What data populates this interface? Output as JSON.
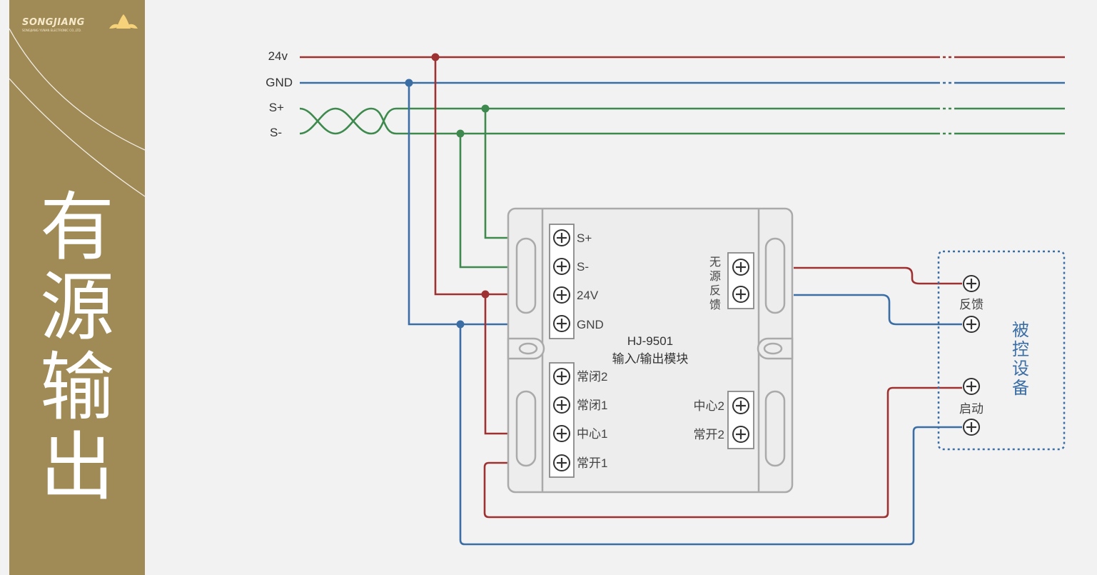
{
  "brand": {
    "name": "SONGJIANG",
    "sub": "SONGJIANG YUNAN ELECTRONIC CO.,LTD."
  },
  "sidebar_title": [
    "有",
    "源",
    "输",
    "出"
  ],
  "bus_labels": {
    "v24": "24v",
    "gnd": "GND",
    "s_plus": "S+",
    "s_minus": "S-"
  },
  "module": {
    "model": "HJ-9501",
    "name": "输入/输出模块",
    "left_top_terminals": [
      "S+",
      "S-",
      "24V",
      "GND"
    ],
    "left_bottom_terminals": [
      "常闭2",
      "常闭1",
      "中心1",
      "常开1"
    ],
    "right_top_label": [
      "无",
      "源",
      "反",
      "馈"
    ],
    "right_bottom_terminals": [
      "中心2",
      "常开2"
    ]
  },
  "device": {
    "title": [
      "被",
      "控",
      "设",
      "备"
    ],
    "feedback_label": "反馈",
    "start_label": "启动"
  },
  "colors": {
    "red": "#9e3233",
    "blue": "#3b6ea5",
    "green": "#3e8a4e",
    "gold": "#a08a55"
  }
}
